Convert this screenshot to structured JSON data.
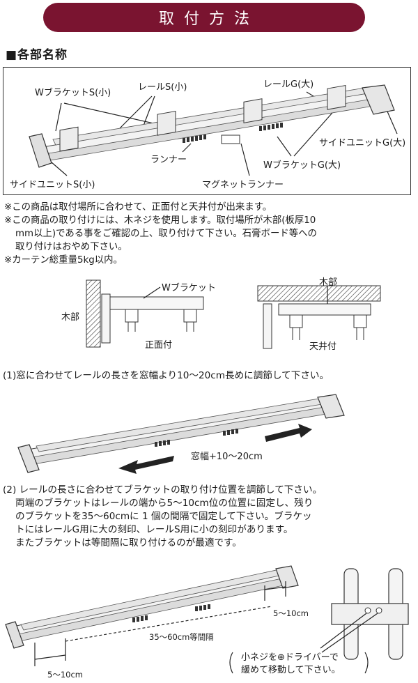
{
  "header": {
    "title": "取付方法"
  },
  "parts_section": {
    "heading": "■各部名称",
    "labels": {
      "w_bracket_s": "WブラケットS(小)",
      "rail_s": "レールS(小)",
      "rail_g": "レールG(大)",
      "side_unit_g": "サイドユニットG(大)",
      "runner": "ランナー",
      "w_bracket_g": "WブラケットG(大)",
      "side_unit_s": "サイドユニットS(小)",
      "magnet_runner": "マグネットランナー"
    }
  },
  "notes": [
    "※この商品は取付場所に合わせて、正面付と天井付が出来ます。",
    "※この商品の取り付けには、木ネジを使用します。取付場所が木部(板厚10",
    "mm以上)である事をご確認の上、取り付けて下さい。石膏ボード等への",
    "取り付けはおやめ下さい。",
    "※カーテン総重量5kg以内。"
  ],
  "mount_diagram": {
    "wood_left": "木部",
    "w_bracket": "Wブラケット",
    "front_mount": "正面付",
    "wood_top": "木部",
    "ceiling_mount": "天井付"
  },
  "step1": {
    "text": "(1)窓に合わせてレールの長さを窓幅より10～20cm長めに調節して下さい。",
    "window_width_label": "窓幅+10～20cm"
  },
  "step2": {
    "lines": [
      "(2) レールの長さに合わせてブラケットの取り付け位置を調節して下さい。",
      "両端のブラケットはレールの端から5～10cm位の位置に固定し、残り",
      "のブラケットを35～60cmに 1 個の間隔で固定して下さい。ブラケッ",
      "トにはレールG用に大の刻印、レールS用に小の刻印があります。",
      "またブラケットは等間隔に取り付けるのが最適です。"
    ],
    "end_gap_right": "5～10cm",
    "spacing": "35～60cm等間隔",
    "end_gap_left": "5～10cm",
    "screw_note_1": "小ネジを⊕ドライバーで",
    "screw_note_2": "緩めて移動して下さい。"
  }
}
